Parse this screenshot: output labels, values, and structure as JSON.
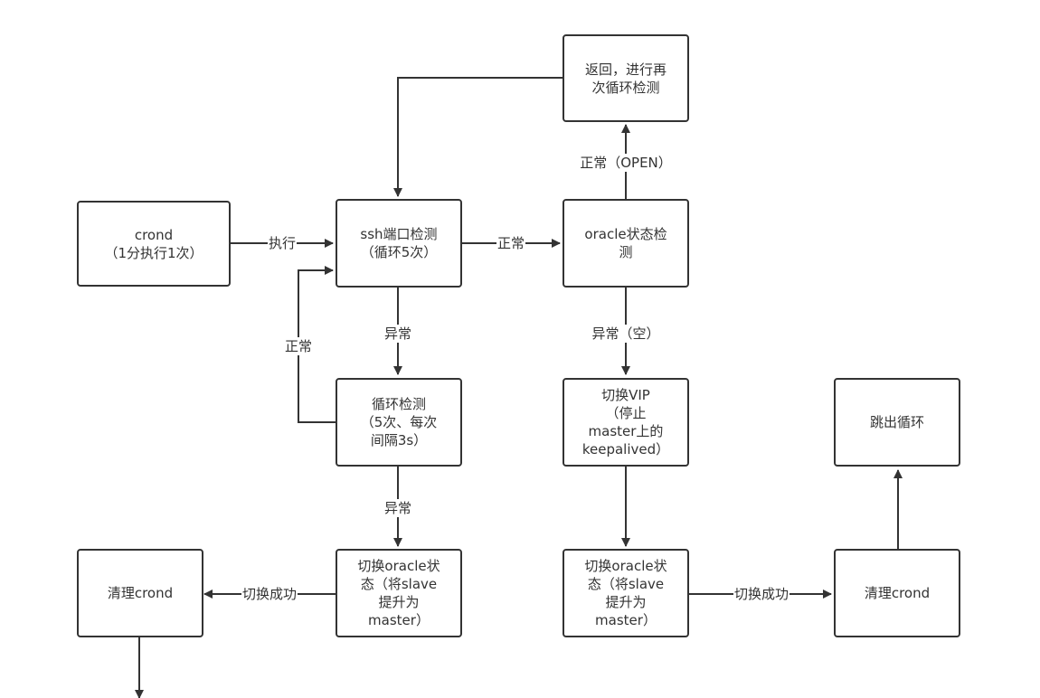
{
  "colors": {
    "stroke": "#333333",
    "background": "#ffffff"
  },
  "nodes": {
    "crond": [
      "crond",
      "（1分执行1次）"
    ],
    "ssh_check": [
      "ssh端口检测",
      "（循环5次）"
    ],
    "oracle_check": [
      "oracle状态检",
      "测"
    ],
    "return_loop": [
      "返回，进行再",
      "次循环检测"
    ],
    "loop_check": [
      "循环检测",
      "（5次、每次",
      "间隔3s）"
    ],
    "switch_vip": [
      "切换VIP",
      "（停止",
      "master上的",
      "keepalived）"
    ],
    "switch_oracle_left": [
      "切换oracle状",
      "态（将slave",
      "提升为",
      "master）"
    ],
    "switch_oracle_right": [
      "切换oracle状",
      "态（将slave",
      "提升为",
      "master）"
    ],
    "clean_crond_left": [
      "清理crond"
    ],
    "clean_crond_right": [
      "清理crond"
    ],
    "exit_loop": [
      "跳出循环"
    ]
  },
  "edge_labels": {
    "execute": "执行",
    "normal_ssh": "正常",
    "normal_open": "正常（OPEN）",
    "abnormal_ssh": "异常",
    "normal_loop": "正常",
    "abnormal_empty": "异常（空）",
    "abnormal_loop": "异常",
    "switch_success_left": "切换成功",
    "switch_success_right": "切换成功"
  }
}
